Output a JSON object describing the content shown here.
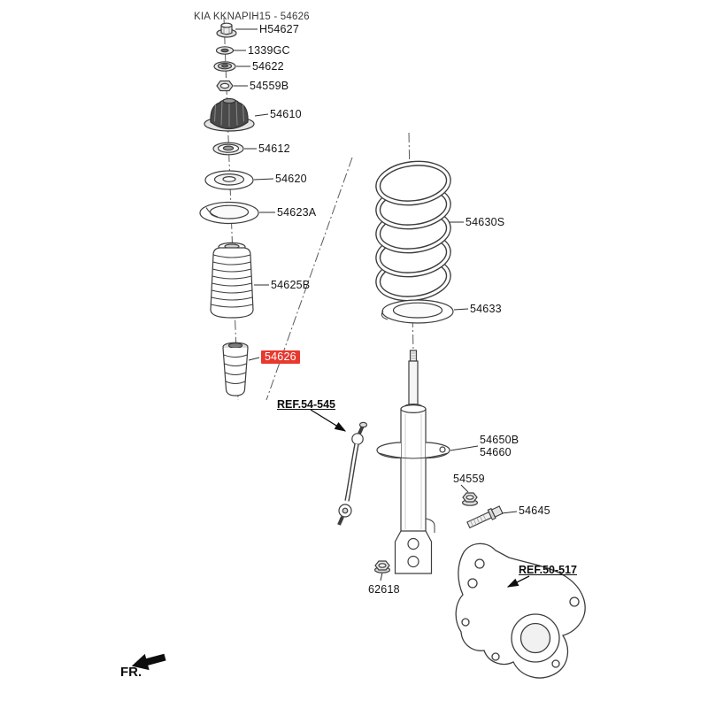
{
  "title": "KIA KKNAPIH15 - 54626",
  "direction_indicator": "FR.",
  "highlight_color": "#e8392e",
  "parts": [
    {
      "code": "H54627"
    },
    {
      "code": "1339GC"
    },
    {
      "code": "54622"
    },
    {
      "code": "54559B"
    },
    {
      "code": "54610"
    },
    {
      "code": "54612"
    },
    {
      "code": "54620"
    },
    {
      "code": "54623A"
    },
    {
      "code": "54625B"
    },
    {
      "code": "54626",
      "highlighted": true
    },
    {
      "code": "54630S"
    },
    {
      "code": "54633"
    },
    {
      "code": "54650B"
    },
    {
      "code": "54660"
    },
    {
      "code": "54559"
    },
    {
      "code": "54645"
    },
    {
      "code": "62618"
    }
  ],
  "references": [
    {
      "label": "REF.54-545"
    },
    {
      "label": "REF.50-517"
    }
  ]
}
